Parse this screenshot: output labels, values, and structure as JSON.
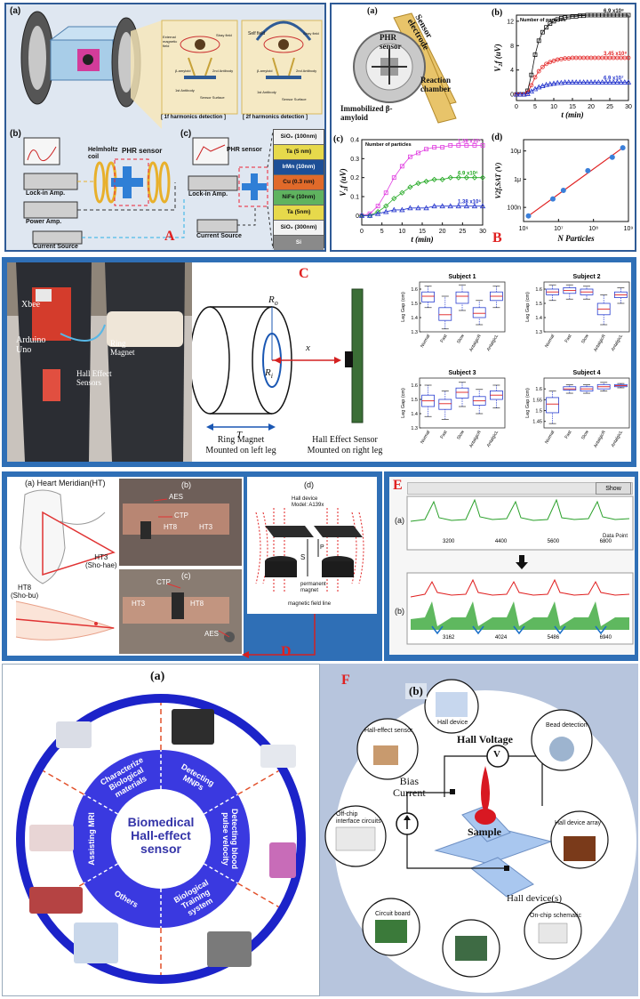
{
  "panel_letters": {
    "A": "A",
    "B": "B",
    "C": "C",
    "D": "D",
    "E": "E",
    "F": "F"
  },
  "A": {
    "sub_a": "(a)",
    "sub_b": "(b)",
    "sub_c": "(c)",
    "harm1": "[ 1f harmonics detection ]",
    "harm2": "[ 2f harmonics detection ]",
    "labels": {
      "ext_field": "External magnetic field",
      "stray1": "Stray field",
      "stray2": "Stray field",
      "self_field": "Self field",
      "beta1": "β-amyloid",
      "beta2": "β-amyloid",
      "ab1a": "1st Antibody",
      "ab2a": "2nd Antibody",
      "ab1b": "1st Antibody",
      "ab2b": "2nd Antibody",
      "sensor_surface1": "Sensor Surface",
      "sensor_surface2": "Sensor Surface",
      "helmholtz": "Helmholtz coil",
      "phr_b": "PHR sensor",
      "lockin_b": "Lock-in Amp.",
      "power": "Power Amp.",
      "current_b": "Current Source",
      "phr_c": "PHR sensor",
      "lockin_c": "Lock-in Amp.",
      "current_c": "Current Source"
    },
    "layers": [
      {
        "label": "SiO₂ (100nm)",
        "color": "#f2f2f2"
      },
      {
        "label": "Ta (5 nm)",
        "color": "#e7d94b"
      },
      {
        "label": "IrMn (10nm)",
        "color": "#1d4f96"
      },
      {
        "label": "Cu (0.3 nm)",
        "color": "#e06a2a"
      },
      {
        "label": "NiFe (10nm)",
        "color": "#5fb35f"
      },
      {
        "label": "Ta (5nm)",
        "color": "#e7d94b"
      },
      {
        "label": "SiO₂ (300nm)",
        "color": "#f2f2f2"
      },
      {
        "label": "Si",
        "color": "#8a8a8a"
      }
    ]
  },
  "B": {
    "sub_a": "(a)",
    "sub_b": "(b)",
    "sub_c": "(c)",
    "sub_d": "(d)",
    "a_labels": {
      "sensor_electrode": "Sensor electrode",
      "phr": "PHR sensor",
      "reaction": "Reaction chamber",
      "immob": "Immobilized β-amyloid"
    },
    "legend_title": "Number of particles"
  },
  "chart_data": [
    {
      "type": "line",
      "id": "B-b",
      "xlabel": "t (min)",
      "ylabel": "V₂f (uV)",
      "xlim": [
        0,
        30
      ],
      "ylim": [
        -1,
        13
      ],
      "xticks": [
        0,
        5,
        10,
        15,
        20,
        25,
        30
      ],
      "yticks": [
        0,
        4,
        8,
        12
      ],
      "legend_title": "Number of particles",
      "series": [
        {
          "name": "6.9 x10⁸",
          "color": "#111111",
          "marker": "square",
          "x": [
            0,
            1,
            2,
            3,
            4,
            5,
            6,
            7,
            8,
            9,
            10,
            11,
            12,
            13,
            14,
            15,
            16,
            17,
            18,
            19,
            20,
            21,
            22,
            23,
            24,
            25,
            26,
            27,
            28,
            29,
            30
          ],
          "y": [
            0,
            0,
            0,
            0.6,
            3.2,
            6.5,
            8.8,
            10.2,
            11,
            11.6,
            12,
            12.3,
            12.5,
            12.6,
            12.7,
            12.8,
            12.8,
            12.9,
            12.9,
            13,
            13,
            13,
            13,
            13,
            13,
            13,
            13,
            13,
            13,
            13,
            13
          ]
        },
        {
          "name": "3.45 x10⁸",
          "color": "#e32424",
          "marker": "circle",
          "x": [
            0,
            1,
            2,
            3,
            4,
            5,
            6,
            7,
            8,
            9,
            10,
            11,
            12,
            13,
            14,
            15,
            16,
            17,
            18,
            19,
            20,
            21,
            22,
            23,
            24,
            25,
            26,
            27,
            28,
            29,
            30
          ],
          "y": [
            0,
            0,
            0,
            0.3,
            1.5,
            2.8,
            3.8,
            4.5,
            5,
            5.3,
            5.5,
            5.7,
            5.8,
            5.9,
            5.9,
            6,
            6,
            6,
            6,
            6,
            6,
            6,
            6,
            6,
            6,
            6,
            6,
            6,
            6,
            6,
            6
          ]
        },
        {
          "name": "6.9 x10⁷",
          "color": "#2233cc",
          "marker": "triangle",
          "x": [
            0,
            1,
            2,
            3,
            4,
            5,
            6,
            7,
            8,
            9,
            10,
            11,
            12,
            13,
            14,
            15,
            16,
            17,
            18,
            19,
            20,
            21,
            22,
            23,
            24,
            25,
            26,
            27,
            28,
            29,
            30
          ],
          "y": [
            0,
            0,
            0,
            0.1,
            0.5,
            0.9,
            1.2,
            1.4,
            1.6,
            1.7,
            1.8,
            1.9,
            1.9,
            2,
            2,
            2,
            2,
            2,
            2,
            2,
            2,
            2,
            2,
            2,
            2,
            2,
            2,
            2,
            2,
            2,
            2
          ]
        }
      ]
    },
    {
      "type": "line",
      "id": "B-c",
      "xlabel": "t (min)",
      "ylabel": "V₂f (uV)",
      "xlim": [
        0,
        30
      ],
      "ylim": [
        -0.05,
        0.4
      ],
      "xticks": [
        0,
        5,
        10,
        15,
        20,
        25,
        30
      ],
      "yticks": [
        0.0,
        0.1,
        0.2,
        0.3,
        0.4
      ],
      "legend_title": "Number of particles",
      "series": [
        {
          "name": "1.38 x10⁷",
          "color": "#e03be0",
          "marker": "square",
          "x": [
            0,
            2,
            4,
            6,
            8,
            10,
            12,
            14,
            16,
            18,
            20,
            22,
            24,
            26,
            28,
            30
          ],
          "y": [
            0,
            0.01,
            0.05,
            0.12,
            0.2,
            0.26,
            0.31,
            0.33,
            0.35,
            0.36,
            0.36,
            0.37,
            0.37,
            0.37,
            0.37,
            0.37
          ]
        },
        {
          "name": "6.9 x10⁶",
          "color": "#22a822",
          "marker": "diamond",
          "x": [
            0,
            2,
            4,
            6,
            8,
            10,
            12,
            14,
            16,
            18,
            20,
            22,
            24,
            26,
            28,
            30
          ],
          "y": [
            0,
            0,
            0.02,
            0.05,
            0.09,
            0.12,
            0.15,
            0.17,
            0.18,
            0.19,
            0.19,
            0.2,
            0.2,
            0.2,
            0.2,
            0.2
          ]
        },
        {
          "name": "1.38 x10⁶",
          "color": "#2233cc",
          "marker": "triangle",
          "x": [
            0,
            2,
            4,
            6,
            8,
            10,
            12,
            14,
            16,
            18,
            20,
            22,
            24,
            26,
            28,
            30
          ],
          "y": [
            0,
            0,
            0.01,
            0.02,
            0.03,
            0.03,
            0.04,
            0.04,
            0.04,
            0.05,
            0.05,
            0.05,
            0.05,
            0.05,
            0.05,
            0.05
          ]
        }
      ]
    },
    {
      "type": "scatter",
      "id": "B-d",
      "xlabel": "N Particles",
      "ylabel": "V2f,SAT (V)",
      "xscale": "log",
      "yscale": "log",
      "xticks_labels": [
        "10⁶",
        "10⁷",
        "10⁸",
        "10⁹"
      ],
      "yticks_labels": [
        "100n",
        "1μ",
        "10μ"
      ],
      "series": [
        {
          "name": "",
          "x": [
            1380000.0,
            6900000.0,
            13800000.0,
            69000000.0,
            345000000.0,
            690000000.0
          ],
          "y": [
            5e-08,
            2e-07,
            4e-07,
            2e-06,
            6e-06,
            1.3e-05
          ]
        }
      ]
    },
    {
      "type": "box",
      "id": "C-boxplots",
      "ylabel": "Leg Gap (cm)",
      "categories": [
        "Normal",
        "Fast",
        "Slow",
        "AntalgicR",
        "AntalgicL"
      ],
      "subjects": [
        {
          "title": "Subject 1",
          "ylim": [
            1.3,
            1.65
          ],
          "yticks": [
            1.3,
            1.4,
            1.5,
            1.6
          ],
          "boxes": [
            [
              1.47,
              1.51,
              1.55,
              1.58,
              1.62
            ],
            [
              1.32,
              1.38,
              1.42,
              1.47,
              1.55
            ],
            [
              1.45,
              1.5,
              1.55,
              1.58,
              1.63
            ],
            [
              1.35,
              1.4,
              1.43,
              1.47,
              1.52
            ],
            [
              1.47,
              1.52,
              1.55,
              1.58,
              1.62
            ]
          ]
        },
        {
          "title": "Subject 2",
          "ylim": [
            1.3,
            1.65
          ],
          "yticks": [
            1.3,
            1.4,
            1.5,
            1.6
          ],
          "boxes": [
            [
              1.52,
              1.56,
              1.58,
              1.6,
              1.63
            ],
            [
              1.53,
              1.57,
              1.59,
              1.61,
              1.63
            ],
            [
              1.53,
              1.56,
              1.58,
              1.6,
              1.62
            ],
            [
              1.35,
              1.42,
              1.46,
              1.5,
              1.56
            ],
            [
              1.5,
              1.54,
              1.56,
              1.58,
              1.61
            ]
          ]
        },
        {
          "title": "Subject 3",
          "ylim": [
            1.3,
            1.65
          ],
          "yticks": [
            1.3,
            1.4,
            1.5,
            1.6
          ],
          "boxes": [
            [
              1.38,
              1.45,
              1.49,
              1.53,
              1.6
            ],
            [
              1.36,
              1.43,
              1.47,
              1.5,
              1.56
            ],
            [
              1.45,
              1.51,
              1.55,
              1.58,
              1.62
            ],
            [
              1.4,
              1.46,
              1.49,
              1.52,
              1.57
            ],
            [
              1.44,
              1.5,
              1.53,
              1.56,
              1.6
            ]
          ]
        },
        {
          "title": "Subject 4",
          "ylim": [
            1.42,
            1.65
          ],
          "yticks": [
            1.45,
            1.5,
            1.55,
            1.6
          ],
          "boxes": [
            [
              1.44,
              1.49,
              1.53,
              1.56,
              1.59
            ],
            [
              1.58,
              1.595,
              1.6,
              1.61,
              1.62
            ],
            [
              1.58,
              1.59,
              1.6,
              1.61,
              1.62
            ],
            [
              1.59,
              1.6,
              1.61,
              1.62,
              1.63
            ],
            [
              1.605,
              1.61,
              1.615,
              1.62,
              1.625
            ]
          ]
        }
      ]
    }
  ],
  "C": {
    "xbee": "Xbee",
    "arduino": "Arduino Uno",
    "hall_sensors": "Hall Effect Sensors",
    "ring_magnet": "Ring Magnet",
    "ro": "R",
    "ro_sub": "o",
    "ri": "R",
    "ri_sub": "i",
    "x": "x",
    "t": "T",
    "caption_left": "Ring Magnet\nMounted on left leg",
    "caption_right": "Hall Effect Sensor\nMounted on right leg"
  },
  "D": {
    "sub_a": "(a) Heart Meridian(HT)",
    "sub_b": "(b)",
    "sub_c": "(c)",
    "sub_d": "(d)",
    "ht3": "HT3\n(Sho-hae)",
    "ht8": "HT8\n(Sho-bu)",
    "aes_b": "AES",
    "ctp_b": "CTP",
    "ht8_b": "HT8",
    "ht3_b": "HT3",
    "ctp_c": "CTP",
    "ht3_c": "HT3",
    "ht8_c": "HT8",
    "aes_c": "AES",
    "hall_device": "Hall device\nModel: A139x",
    "s": "S",
    "p": "P",
    "perm_magnet": "permanent\nmagnet",
    "field_line": "magnetic field line"
  },
  "E": {
    "sub_a": "(a)",
    "sub_b": "(b)",
    "show": "Show",
    "data_point": "Data Point",
    "a_ticks": [
      "3200",
      "4400",
      "5600",
      "6800"
    ],
    "b_ticks": [
      "3162",
      "4024",
      "5486",
      "6940"
    ]
  },
  "G": {
    "sub_a": "(a)",
    "center": "Biomedical\nHall-effect\nsensor",
    "segments": [
      "Detecting\nMNPs",
      "Detecting blood\npulse velocity",
      "Biological\nTraining\nsystem",
      "Others",
      "Assisting MRI",
      "Characterize\nBiological\nmaterials"
    ]
  },
  "F": {
    "sub_b": "(b)",
    "hall_voltage": "Hall Voltage",
    "v": "V",
    "bias": "Bias\nCurrent",
    "sample": "Sample",
    "hall_devices": "Hall device(s)",
    "circles": {
      "hall_device": "Hall device",
      "hall_effect_sensor": "Hall-effect sensor",
      "bead_detection": "Bead detection",
      "offchip": "Off-chip\ninterface circuits",
      "array": "Hall device array",
      "circuit_board": "Circuit board",
      "onchip": "On-chip schematic"
    }
  }
}
